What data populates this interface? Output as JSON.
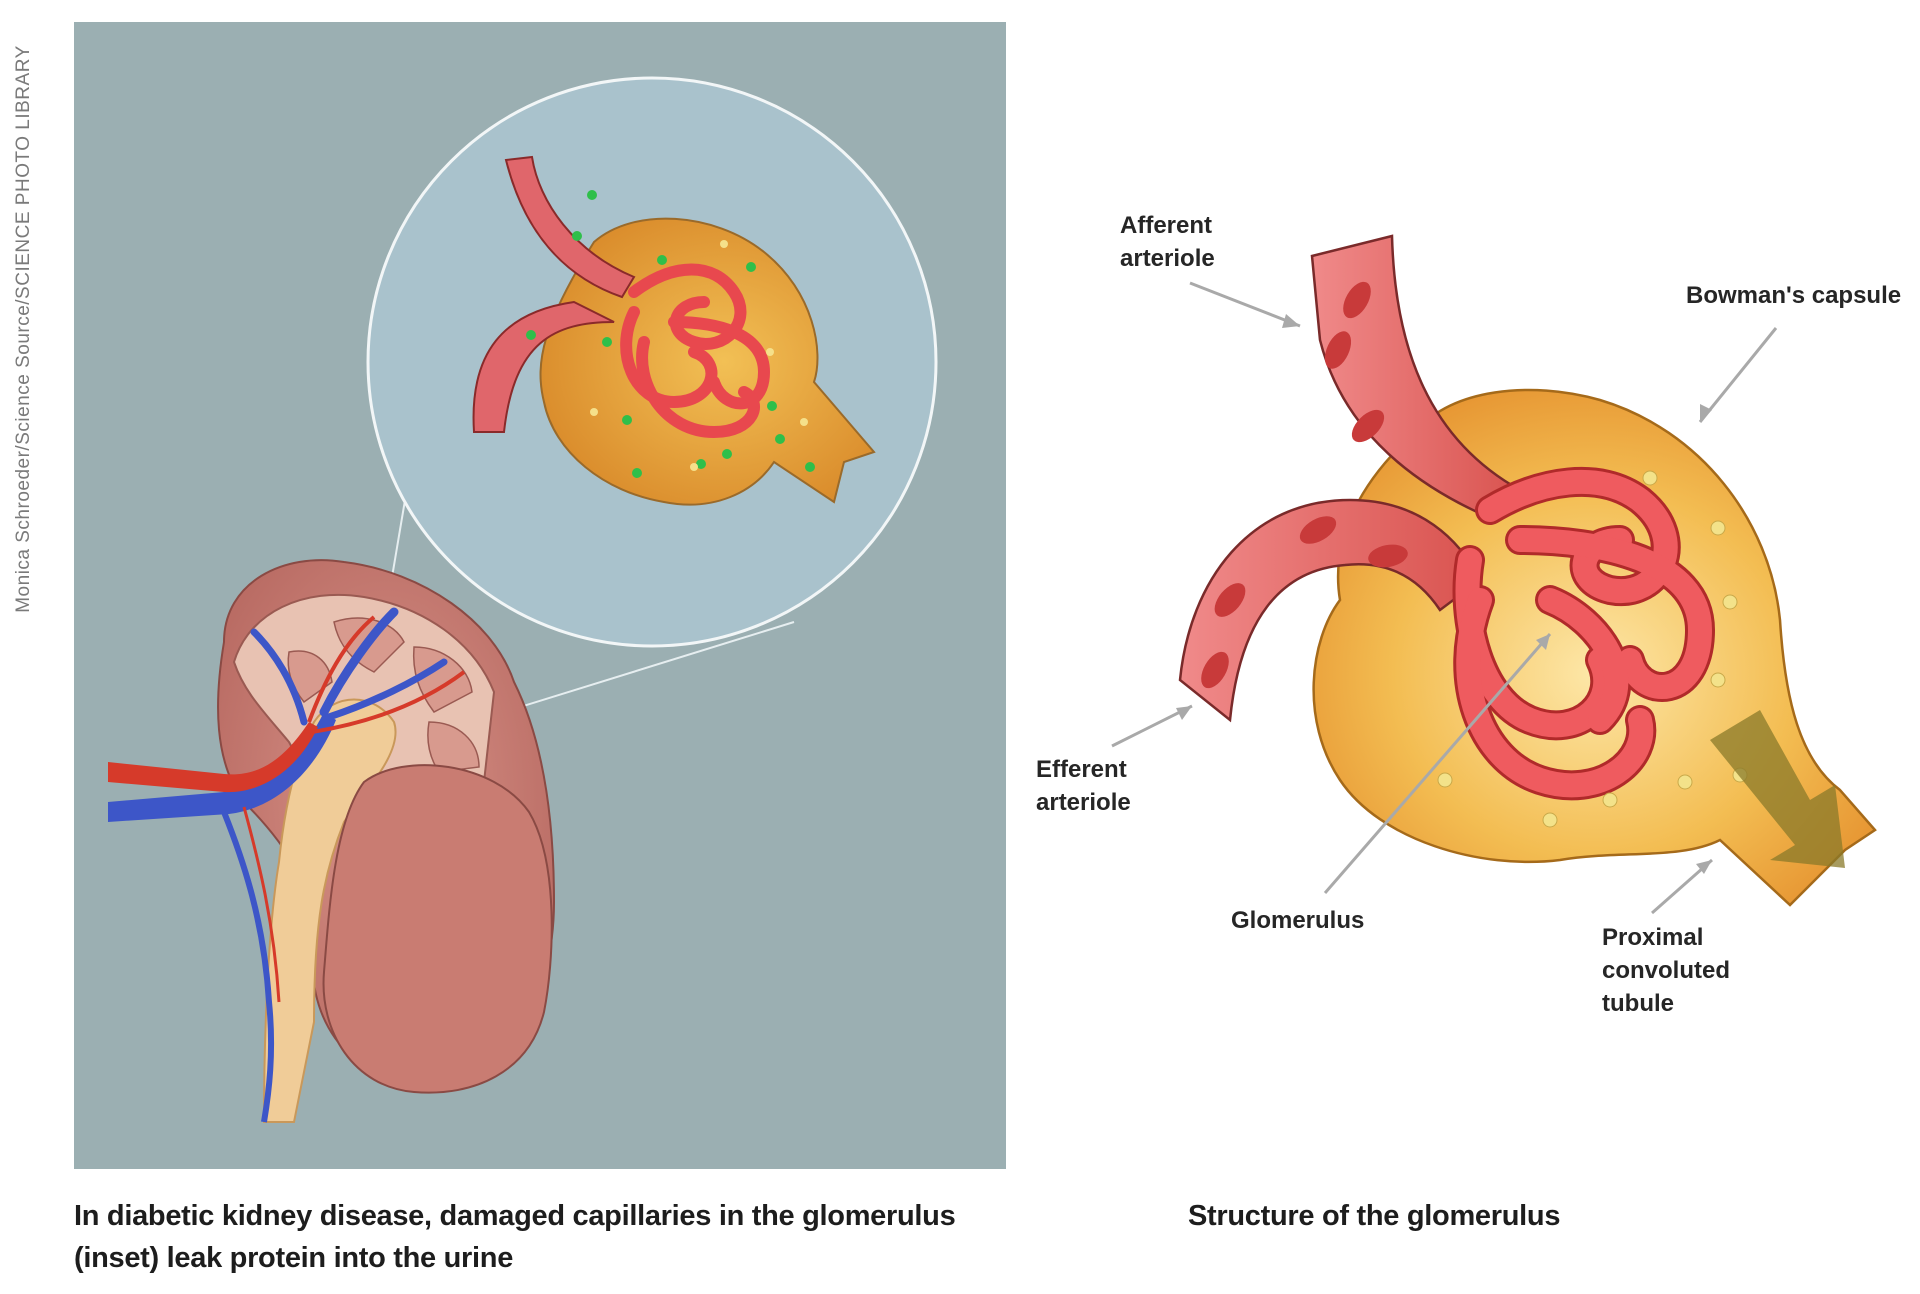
{
  "credit": "Monica Schroeder/Science Source/SCIENCE PHOTO LIBRARY",
  "captions": {
    "left": "In diabetic kidney disease, damaged capillaries in the glomerulus (inset) leak protein into the urine",
    "right": "Structure of the glomerulus"
  },
  "labels": {
    "afferent_arteriole": "Afferent arteriole",
    "bowmans_capsule": "Bowman's capsule",
    "efferent_arteriole": "Efferent arteriole",
    "glomerulus": "Glomerulus",
    "proximal_convoluted_tubule": "Proximal convoluted tubule"
  },
  "colors": {
    "panel_background": "#9bafb2",
    "inset_background": "#a9c2cc",
    "capsule": "#e9a43a",
    "vessel": "#e0666b",
    "vein": "#3d56c8",
    "artery": "#d63a2a",
    "leaked_protein": "#2fbf4a",
    "flow_arrow": "#8a7a2a"
  }
}
